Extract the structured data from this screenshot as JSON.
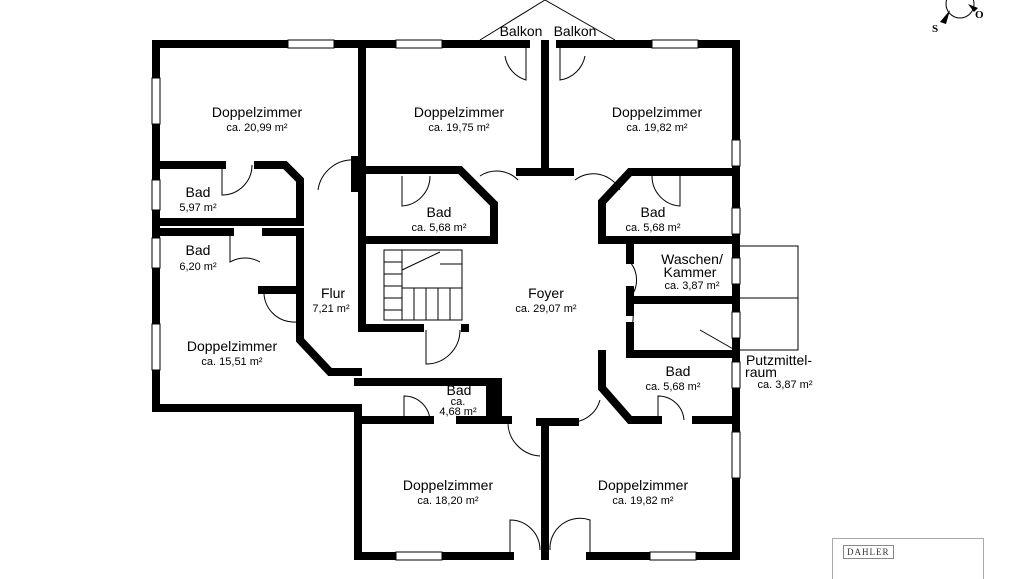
{
  "compass": {
    "south": "S",
    "north": "O"
  },
  "logo": "DAHLER",
  "rooms": [
    {
      "name": "Doppelzimmer",
      "area": "ca. 20,99 m²"
    },
    {
      "name": "Doppelzimmer",
      "area": "ca. 19,75 m²"
    },
    {
      "name": "Doppelzimmer",
      "area": "ca. 19,82 m²"
    },
    {
      "name": "Bad",
      "area": "5,97 m²"
    },
    {
      "name": "Bad",
      "area": "6,20 m²"
    },
    {
      "name": "Flur",
      "area": "7,21 m²"
    },
    {
      "name": "Doppelzimmer",
      "area": "ca. 15,51 m²"
    },
    {
      "name": "Bad",
      "area": "ca. 5,68 m²"
    },
    {
      "name": "Bad",
      "area": "ca. 5,68 m²"
    },
    {
      "name": "Foyer",
      "area": "ca. 29,07 m²"
    },
    {
      "name": "Waschen/",
      "name2": "Kammer",
      "area": "ca. 3,87 m²"
    },
    {
      "name": "Putzmittel-",
      "name2": "raum",
      "area": "ca. 3,87 m²"
    },
    {
      "name": "Bad",
      "area": "ca. 5,68 m²"
    },
    {
      "name": "Bad",
      "name2": "ca.",
      "area": "4,68 m²"
    },
    {
      "name": "Doppelzimmer",
      "area": "ca. 18,20 m²"
    },
    {
      "name": "Doppelzimmer",
      "area": "ca. 19,82 m²"
    }
  ],
  "balconies": [
    "Balkon",
    "Balkon"
  ]
}
